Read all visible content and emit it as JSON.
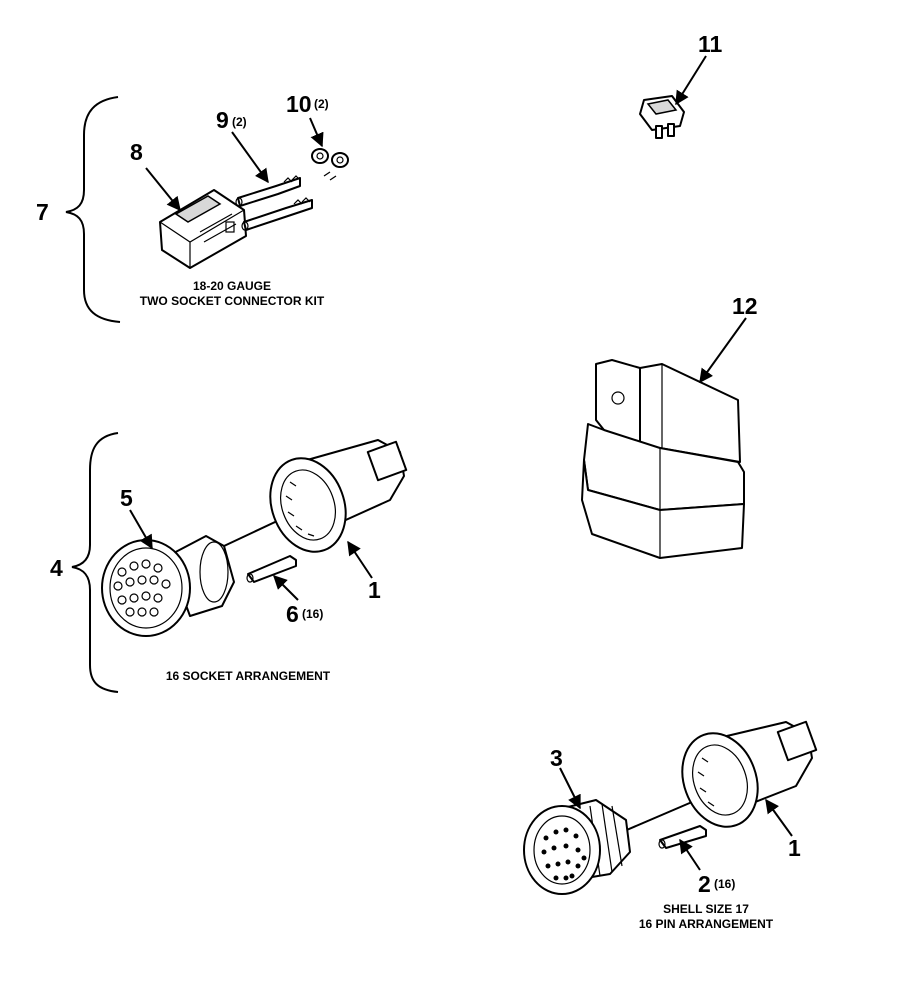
{
  "callouts": {
    "c1a": "1",
    "c1b": "1",
    "c2": "2",
    "c2_qty": "(16)",
    "c3": "3",
    "c4": "4",
    "c5": "5",
    "c6": "6",
    "c6_qty": "(16)",
    "c7": "7",
    "c8": "8",
    "c9": "9",
    "c9_qty": "(2)",
    "c10": "10",
    "c10_qty": "(2)",
    "c11": "11",
    "c12": "12"
  },
  "captions": {
    "kit_line1": "18-20 GAUGE",
    "kit_line2": "TWO SOCKET CONNECTOR KIT",
    "socket_arrangement": "16 SOCKET ARRANGEMENT",
    "shell_line1": "SHELL SIZE 17",
    "shell_line2": "16 PIN ARRANGEMENT"
  }
}
